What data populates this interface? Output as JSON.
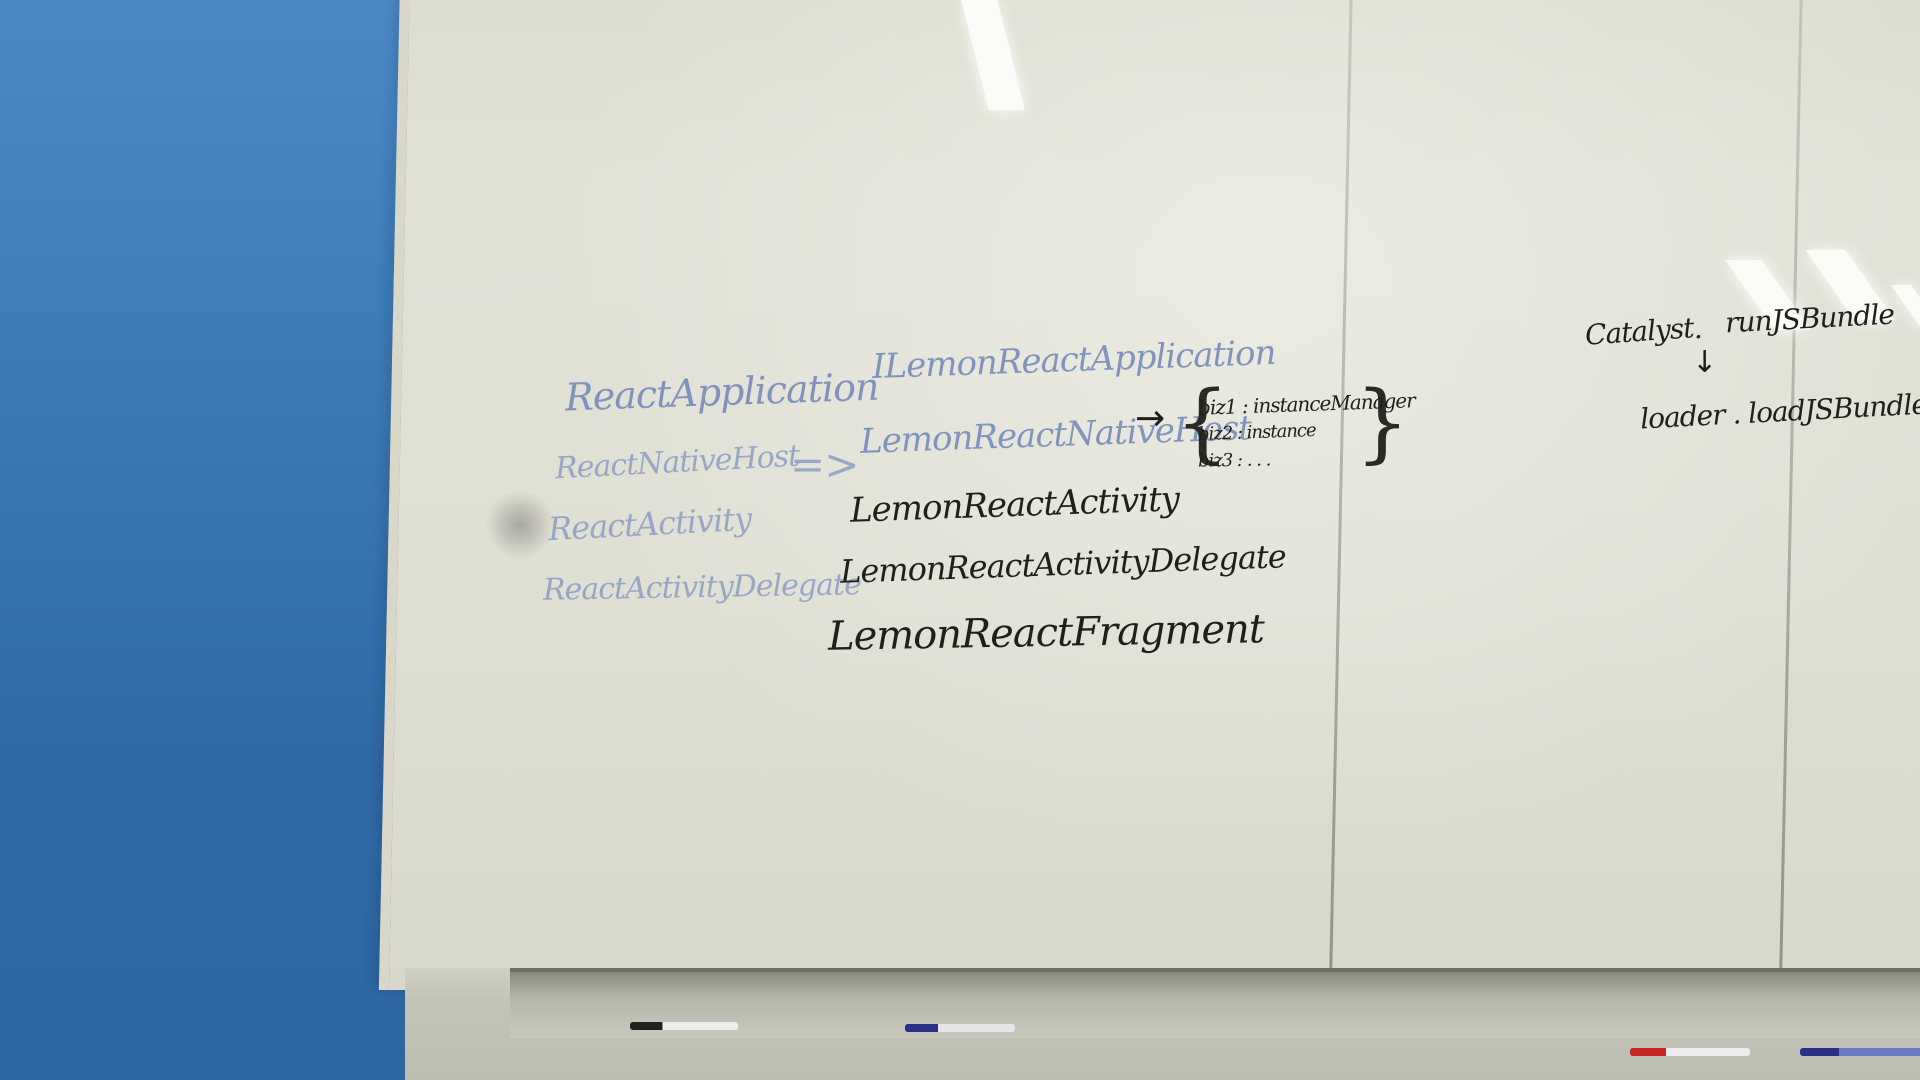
{
  "whiteboard": {
    "left_column": [
      "ReactApplication",
      "ReactNativeHost",
      "ReactActivity",
      "ReactActivityDelegate"
    ],
    "transform_arrow": "=>",
    "middle_column": [
      "ILemonReactApplication",
      "LemonReactNativeHost",
      "LemonReactActivity",
      "LemonReactActivityDelegate",
      "LemonReactFragment"
    ],
    "map_arrow": "→",
    "map_entries": [
      "biz1 : instanceManager",
      "biz2 : instance",
      "biz3 : . . ."
    ],
    "right_top_left": "Catalyst",
    "right_top_sep": ".",
    "right_top_right": "runJSBundle",
    "down_arrow": "↓",
    "right_bottom": "loader . loadJSBundle"
  },
  "colors": {
    "wall_blue": "#3a78b6",
    "board": "#e0e0d5",
    "marker_blue": "#6f86b8",
    "marker_black": "#1f1f1c"
  }
}
